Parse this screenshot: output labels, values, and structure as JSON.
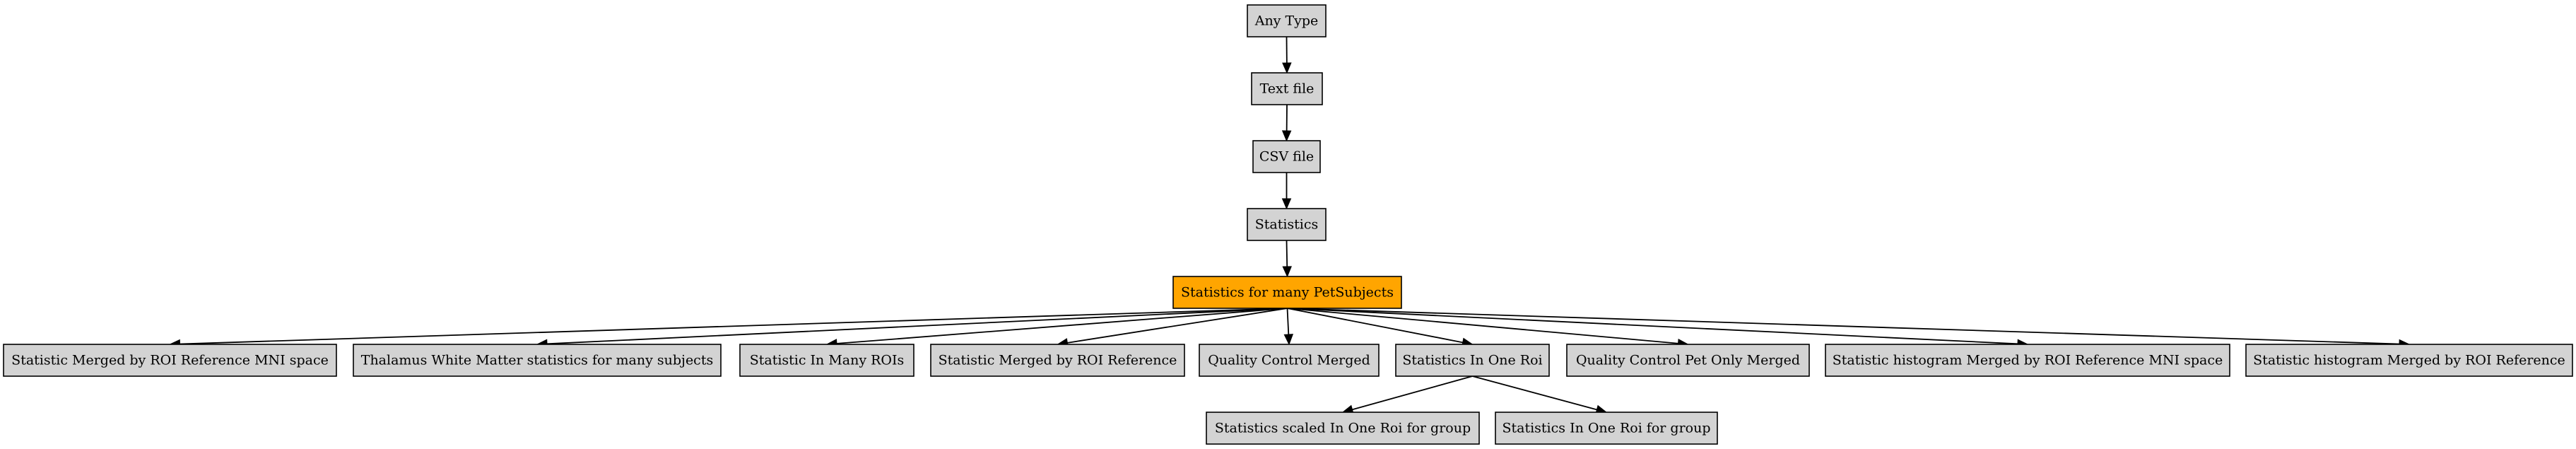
{
  "colors": {
    "node_fill": "#d3d3d3",
    "highlight_fill": "#ffa500",
    "edge": "#000000",
    "border": "#000000"
  },
  "nodes": [
    {
      "id": "any_type",
      "label": "Any Type",
      "highlight": false
    },
    {
      "id": "text_file",
      "label": "Text file",
      "highlight": false
    },
    {
      "id": "csv_file",
      "label": "CSV file",
      "highlight": false
    },
    {
      "id": "statistics",
      "label": "Statistics",
      "highlight": false
    },
    {
      "id": "stats_many_pet",
      "label": "Statistics for many PetSubjects",
      "highlight": true
    },
    {
      "id": "stat_merged_roi_ref_mni",
      "label": "Statistic Merged by ROI Reference MNI space",
      "highlight": false
    },
    {
      "id": "thalamus_wm_stats",
      "label": "Thalamus White Matter statistics for many subjects",
      "highlight": false
    },
    {
      "id": "stat_in_many_rois",
      "label": "Statistic In Many ROIs",
      "highlight": false
    },
    {
      "id": "stat_merged_roi_ref",
      "label": "Statistic Merged by ROI Reference",
      "highlight": false
    },
    {
      "id": "qc_merged",
      "label": "Quality Control Merged",
      "highlight": false
    },
    {
      "id": "stats_in_one_roi",
      "label": "Statistics In One Roi",
      "highlight": false
    },
    {
      "id": "qc_pet_only_merged",
      "label": "Quality Control Pet Only Merged",
      "highlight": false
    },
    {
      "id": "stat_hist_merged_roi_ref_mni",
      "label": "Statistic histogram Merged by ROI Reference MNI space",
      "highlight": false
    },
    {
      "id": "stat_hist_merged_roi_ref",
      "label": "Statistic histogram Merged by ROI Reference",
      "highlight": false
    },
    {
      "id": "stats_scaled_one_roi_group",
      "label": "Statistics scaled In One Roi for group",
      "highlight": false
    },
    {
      "id": "stats_one_roi_group",
      "label": "Statistics In One Roi for group",
      "highlight": false
    }
  ],
  "edges": [
    {
      "from": "any_type",
      "to": "text_file"
    },
    {
      "from": "text_file",
      "to": "csv_file"
    },
    {
      "from": "csv_file",
      "to": "statistics"
    },
    {
      "from": "statistics",
      "to": "stats_many_pet"
    },
    {
      "from": "stats_many_pet",
      "to": "stat_merged_roi_ref_mni"
    },
    {
      "from": "stats_many_pet",
      "to": "thalamus_wm_stats"
    },
    {
      "from": "stats_many_pet",
      "to": "stat_in_many_rois"
    },
    {
      "from": "stats_many_pet",
      "to": "stat_merged_roi_ref"
    },
    {
      "from": "stats_many_pet",
      "to": "qc_merged"
    },
    {
      "from": "stats_many_pet",
      "to": "stats_in_one_roi"
    },
    {
      "from": "stats_many_pet",
      "to": "qc_pet_only_merged"
    },
    {
      "from": "stats_many_pet",
      "to": "stat_hist_merged_roi_ref_mni"
    },
    {
      "from": "stats_many_pet",
      "to": "stat_hist_merged_roi_ref"
    },
    {
      "from": "stats_in_one_roi",
      "to": "stats_scaled_one_roi_group"
    },
    {
      "from": "stats_in_one_roi",
      "to": "stats_one_roi_group"
    }
  ]
}
